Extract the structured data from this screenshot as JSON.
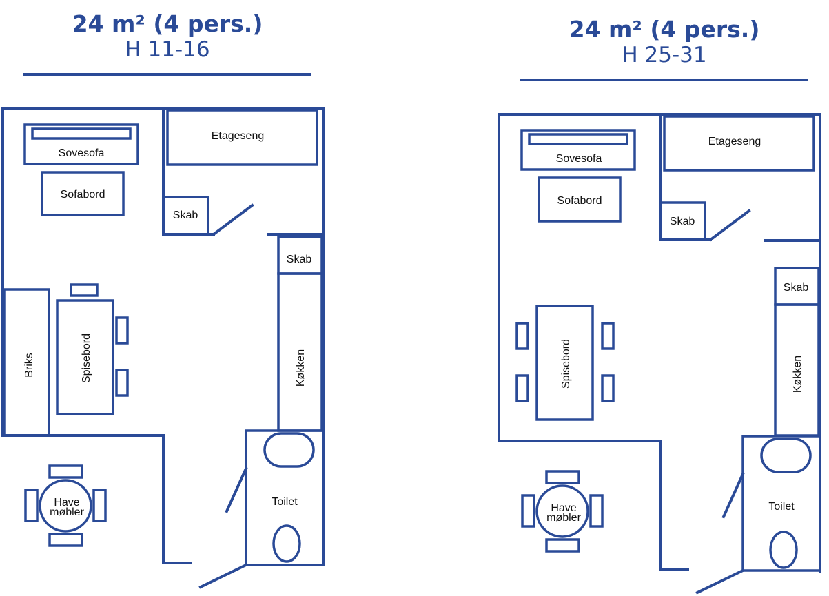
{
  "colors": {
    "line": "#2a4a97",
    "text": "#111111",
    "background": "#ffffff"
  },
  "plans": [
    {
      "area_label": "24 m² (4 pers.)",
      "unit_label": "H 11-16",
      "rooms": {
        "sofa": "Sovesofa",
        "coffee_table": "Sofabord",
        "bunk_bed": "Etageseng",
        "cabinet_1": "Skab",
        "cabinet_2": "Skab",
        "daybed": "Briks",
        "dining_table": "Spisebord",
        "kitchen": "Køkken",
        "toilet": "Toilet",
        "garden_furniture_1": "Have",
        "garden_furniture_2": "møbler"
      }
    },
    {
      "area_label": "24 m² (4 pers.)",
      "unit_label": "H 25-31",
      "rooms": {
        "sofa": "Sovesofa",
        "coffee_table": "Sofabord",
        "bunk_bed": "Etageseng",
        "cabinet_1": "Skab",
        "cabinet_2": "Skab",
        "dining_table": "Spisebord",
        "kitchen": "Køkken",
        "toilet": "Toilet",
        "garden_furniture_1": "Have",
        "garden_furniture_2": "møbler"
      }
    }
  ]
}
